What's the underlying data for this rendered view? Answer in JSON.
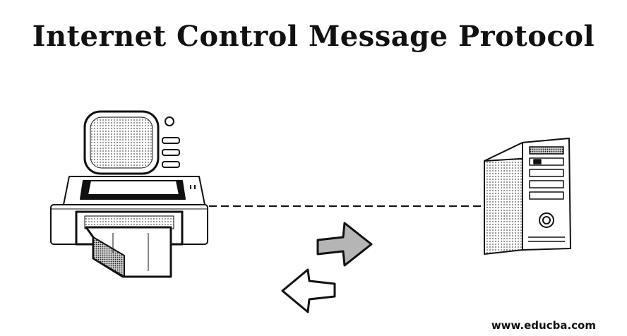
{
  "title": "Internet Control Message Protocol",
  "watermark": "www.educba.com",
  "nodes": {
    "left": "printer-with-monitor",
    "right": "server-tower"
  },
  "connection": "dashed-line",
  "arrows": [
    "right-arrow",
    "left-arrow"
  ],
  "colors": {
    "stroke": "#111111",
    "background": "#ffffff",
    "arrow_fill": "#b5b5b5"
  }
}
